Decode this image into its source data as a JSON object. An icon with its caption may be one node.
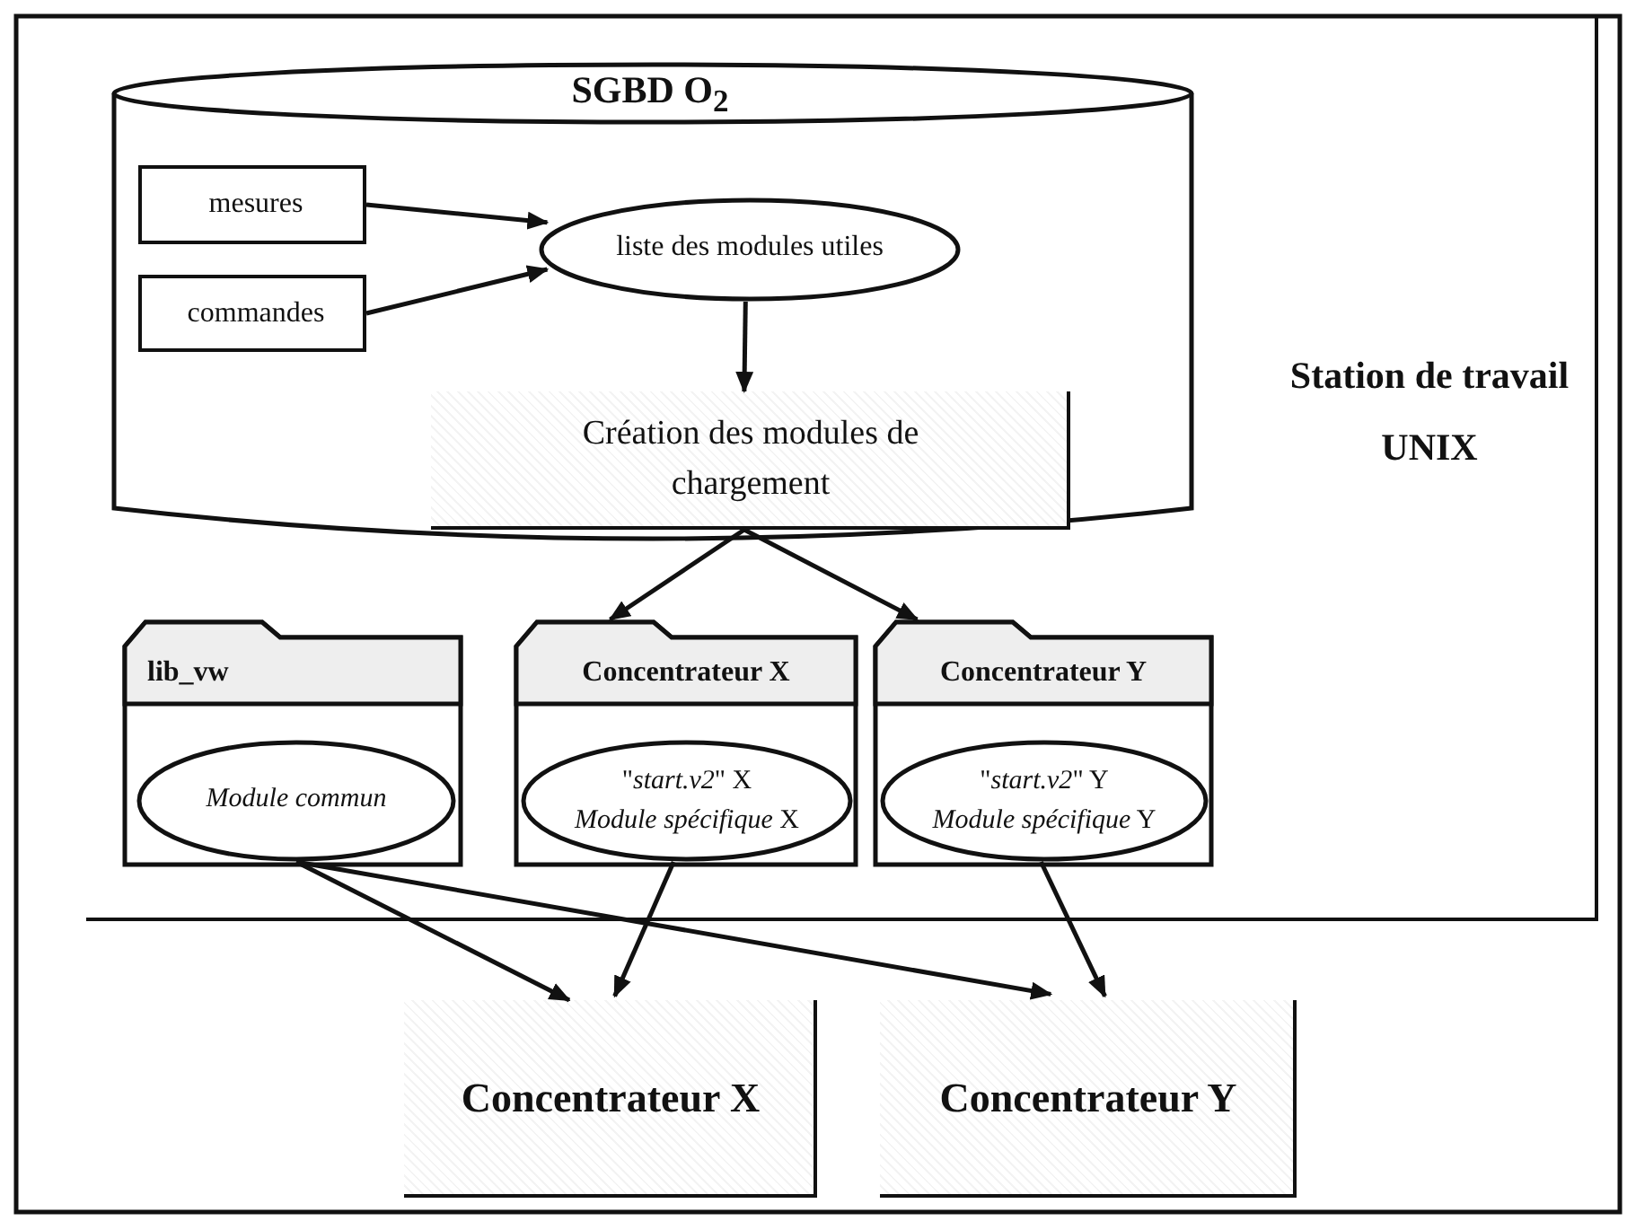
{
  "diagram": {
    "nodes": [
      {
        "text": [
          "Station de travail UNIX"
        ]
      },
      {
        "text": [
          "SGBD O$_{2}$"
        ],
        "in": 0
      },
      {
        "text": [
          "mesures"
        ],
        "in": 1
      },
      {
        "text": [
          "commandes"
        ],
        "in": 1
      },
      {
        "text": [
          "liste des modules utiles"
        ],
        "in": 1
      },
      {
        "text": [
          "Création des modules de chargement"
        ],
        "in": 1
      },
      {
        "text": [
          "lib_vw"
        ],
        "in": 0
      },
      {
        "text": [
          "Module commun"
        ],
        "in": 6
      },
      {
        "text": [
          "Concentrateur X"
        ],
        "in": 0
      },
      {
        "text": [
          "\"*start.v2*\" X",
          "*Module spécifique* X"
        ],
        "in": 8
      },
      {
        "text": [
          "Concentrateur Y"
        ],
        "in": 0
      },
      {
        "text": [
          "\"*start.v2*\" Y",
          "*Module spécifique* Y"
        ],
        "in": 10
      },
      {
        "text": [
          "Concentrateur X"
        ]
      },
      {
        "text": [
          "Concentrateur Y"
        ]
      }
    ],
    "edges": [
      {
        "from": 2,
        "to": 4,
        "arrow": "to"
      },
      {
        "from": 3,
        "to": 4,
        "arrow": "to"
      },
      {
        "from": 4,
        "to": 5,
        "arrow": "to"
      },
      {
        "from": 5,
        "to": 8,
        "arrow": "to"
      },
      {
        "from": 5,
        "to": 10,
        "arrow": "to"
      },
      {
        "from": 7,
        "to": 12,
        "arrow": "to"
      },
      {
        "from": 7,
        "to": 13,
        "arrow": "to"
      },
      {
        "from": 9,
        "to": 12,
        "arrow": "to"
      },
      {
        "from": 11,
        "to": 13,
        "arrow": "to"
      }
    ]
  }
}
